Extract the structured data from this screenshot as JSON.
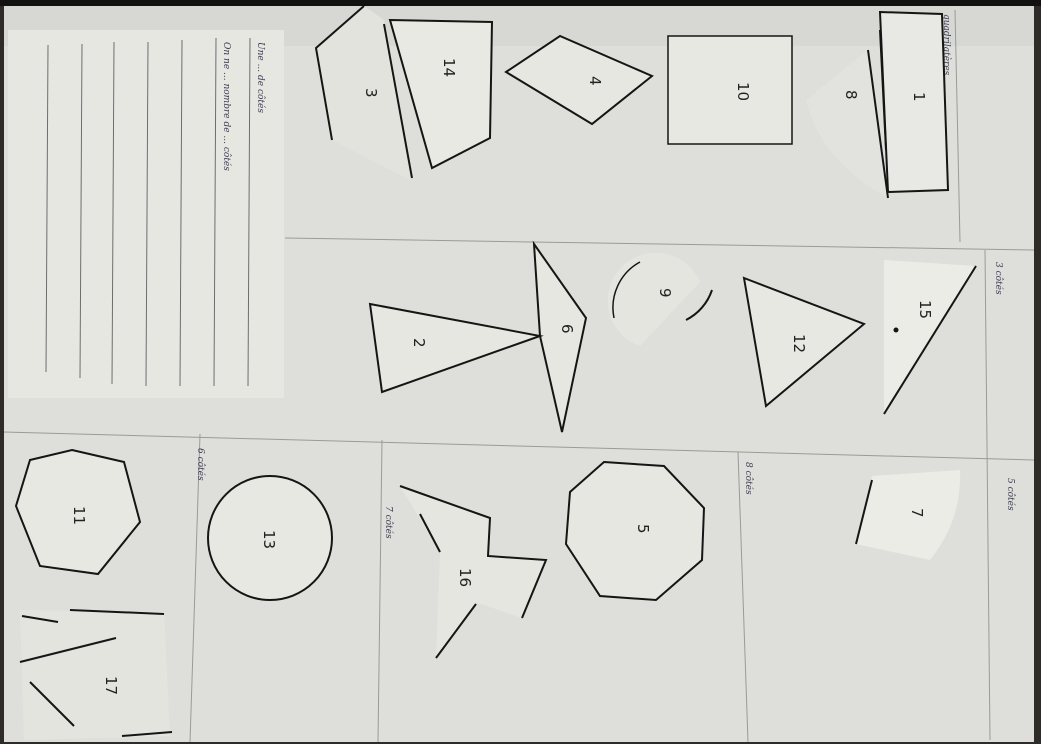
{
  "photo": {
    "subject": "handwritten worksheet with cut-out paper polygons",
    "colors": {
      "paper": "#dcdcd7",
      "ink": "#1c1c1c",
      "pencil": "#4a4a6a",
      "background": "#2c2a26"
    }
  },
  "notes": {
    "line1": "Une ... de côtés",
    "line2": "On ne ... nombre de ... côtés"
  },
  "sections": {
    "quadrilateres": "quadrilatères",
    "trois_cotes": "3 côtés",
    "cinq_cotes": "5 côtés",
    "huit_cotes": "8 côtés",
    "sept_cotes": "7 côtés",
    "six_cotes": "6 côtés"
  },
  "shapes": [
    "1",
    "8",
    "10",
    "4",
    "14",
    "3",
    "15",
    "12",
    "9",
    "6",
    "2",
    "7",
    "5",
    "16",
    "13",
    "11",
    "17"
  ]
}
